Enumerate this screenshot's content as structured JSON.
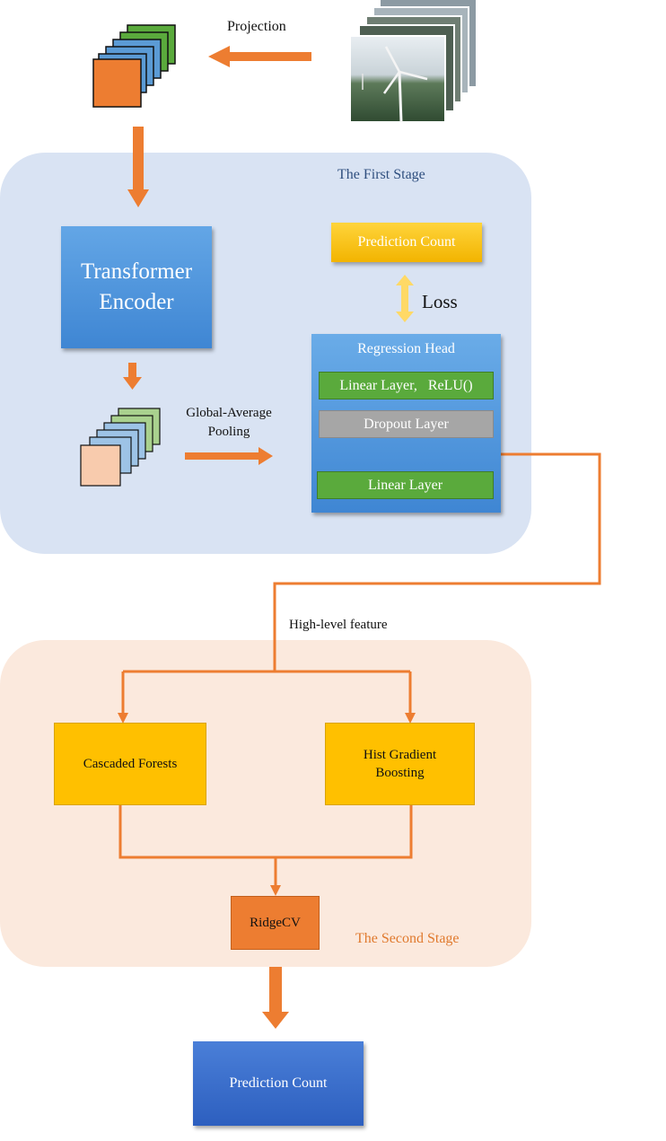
{
  "projection_label": "Projection",
  "first_stage": {
    "title": "The First Stage",
    "transformer_encoder": [
      "Transformer",
      "Encoder"
    ],
    "prediction_count": "Prediction Count",
    "loss_label": "Loss",
    "regression_head": {
      "title": "Regression Head",
      "layers": [
        "Linear Layer,   ReLU()",
        "Dropout Layer",
        "Linear Layer"
      ]
    },
    "pooling_label": [
      "Global-Average",
      "Pooling"
    ]
  },
  "high_level_feature_label": "High-level feature",
  "second_stage": {
    "title": "The Second Stage",
    "cascaded_forests": "Cascaded Forests",
    "hist_gradient_boosting": [
      "Hist Gradient",
      "Boosting"
    ],
    "ridge_cv": "RidgeCV"
  },
  "final_output": "Prediction Count",
  "colors": {
    "arrow": "#ed7d31",
    "stage1_bg": "#d9e3f3",
    "stage2_bg": "#fbe9dd",
    "loss_arrow": "#ffd966"
  }
}
